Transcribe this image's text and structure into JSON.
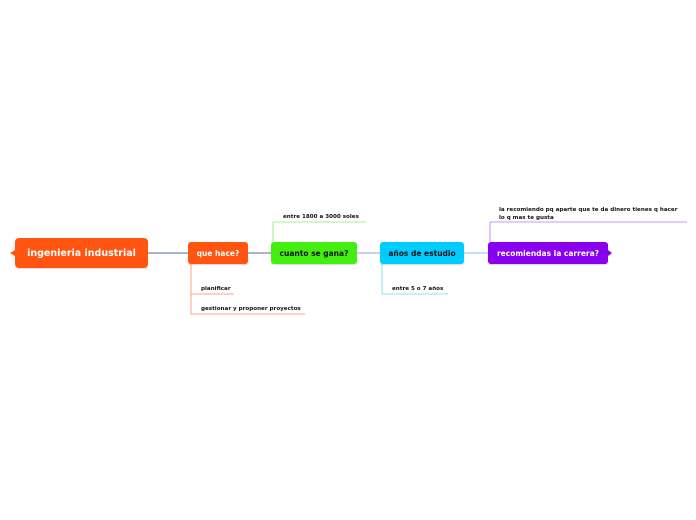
{
  "root": {
    "label": "ingenieria industrial",
    "color": "#ff5511"
  },
  "nodes": [
    {
      "label": "que hace?",
      "color": "#ff5511"
    },
    {
      "label": "cuanto se gana?",
      "color": "#44ee11"
    },
    {
      "label": "años de estudio",
      "color": "#00ccff"
    },
    {
      "label": "recomiendas la carrera?",
      "color": "#8800ee"
    }
  ],
  "notes": {
    "que_hace": [
      "planificar",
      "gestionar y proponer proyectos"
    ],
    "cuanto_se_gana": [
      "entre 1800 a 3000 soles"
    ],
    "anos_de_estudio": [
      "entre 5 o 7 años"
    ],
    "recomiendas": [
      "la recomiendo pq aparte que te da dinero tienes q hacer lo q mas te gusta"
    ]
  },
  "connector_color": "#5566aa"
}
